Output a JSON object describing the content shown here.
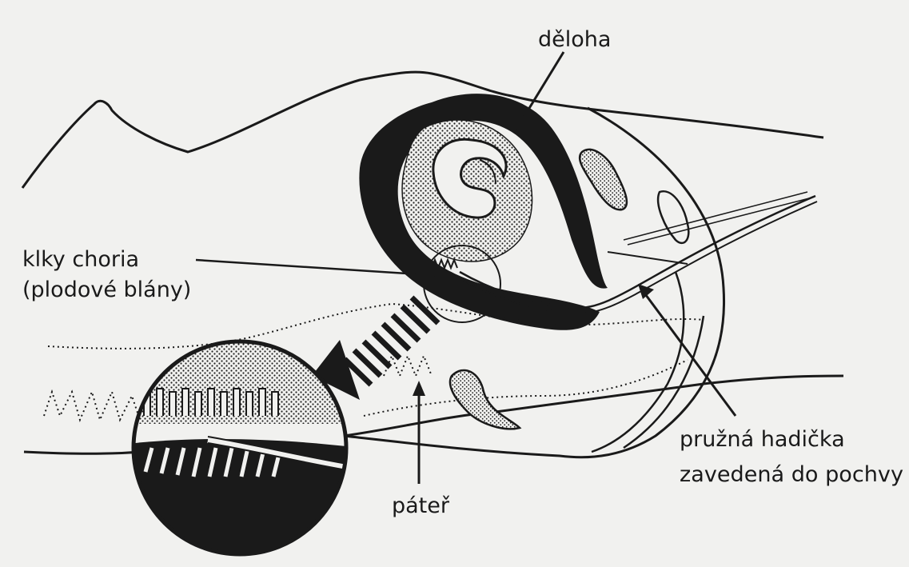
{
  "labels": {
    "deloha": "děloha",
    "klky_line1": "klky choria",
    "klky_line2": "(plodové blány)",
    "hadicka_line1": "pružná hadička",
    "hadicka_line2": "zavedená do pochvy",
    "pater": "páteř"
  },
  "colors": {
    "ink": "#1a1a1a",
    "paper": "#f1f1ef"
  }
}
